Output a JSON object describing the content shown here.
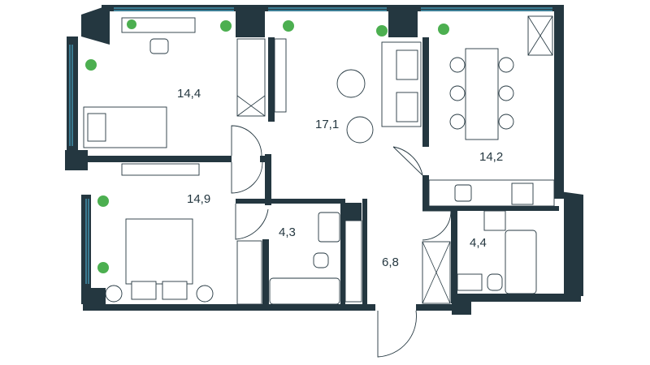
{
  "floor_plan": {
    "rooms": [
      {
        "id": "bedroom-1",
        "area": "14,4"
      },
      {
        "id": "living-room",
        "area": "17,1"
      },
      {
        "id": "kitchen",
        "area": "14,2"
      },
      {
        "id": "bedroom-2",
        "area": "14,9"
      },
      {
        "id": "bathroom-1",
        "area": "4,3"
      },
      {
        "id": "hallway",
        "area": "6,8"
      },
      {
        "id": "bathroom-2",
        "area": "4,4"
      }
    ],
    "colors": {
      "wall": "#243740",
      "window": "#4aa8c8",
      "plant": "#4caf50",
      "background": "#ffffff"
    }
  }
}
